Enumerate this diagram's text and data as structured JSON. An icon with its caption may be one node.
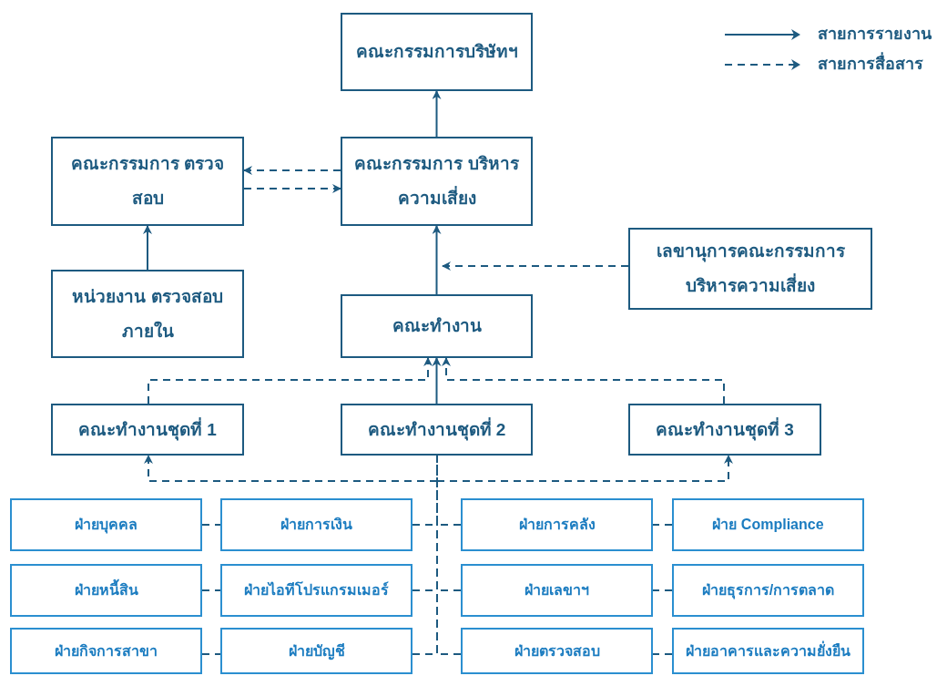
{
  "diagram": {
    "nodes": [
      {
        "text": [
          "คณะกรรมการบริษัทฯ"
        ]
      },
      {
        "text": [
          "คณะกรรมการ ตรวจสอบ"
        ]
      },
      {
        "text": [
          "คณะกรรมการ บริหารความเสี่ยง"
        ]
      },
      {
        "text": [
          "หน่วยงาน ตรวจสอบภายใน"
        ]
      },
      {
        "text": [
          "เลขานุการคณะกรรมการ บริหารความเสี่ยง"
        ]
      },
      {
        "text": [
          "คณะทำงาน"
        ]
      },
      {
        "text": [
          "คณะทำงานชุดที่ 1"
        ]
      },
      {
        "text": [
          "คณะทำงานชุดที่ 2"
        ]
      },
      {
        "text": [
          "คณะทำงานชุดที่ 3"
        ]
      },
      {
        "text": [
          "ฝ่ายบุคคล"
        ]
      },
      {
        "text": [
          "ฝ่ายการเงิน"
        ]
      },
      {
        "text": [
          "ฝ่ายการคลัง"
        ]
      },
      {
        "text": [
          "ฝ่าย Compliance"
        ]
      },
      {
        "text": [
          "ฝ่ายหนี้สิน"
        ]
      },
      {
        "text": [
          "ฝ่ายไอทีโปรแกรมเมอร์"
        ]
      },
      {
        "text": [
          "ฝ่ายเลขาฯ"
        ]
      },
      {
        "text": [
          "ฝ่ายธุรการ/การตลาด"
        ]
      },
      {
        "text": [
          "ฝ่ายกิจการสาขา"
        ]
      },
      {
        "text": [
          "ฝ่ายบัญชี"
        ]
      },
      {
        "text": [
          "ฝ่ายตรวจสอบ"
        ]
      },
      {
        "text": [
          "ฝ่ายอาคารและความยั่งยืน"
        ]
      }
    ],
    "edges": [
      {
        "from": 2,
        "to": 0,
        "arrow": "to"
      },
      {
        "from": 2,
        "to": 1,
        "arrow": "to",
        "style": "dashed"
      },
      {
        "from": 1,
        "to": 2,
        "arrow": "to",
        "style": "dashed"
      },
      {
        "from": 3,
        "to": 1,
        "arrow": "to"
      },
      {
        "from": 5,
        "to": 2,
        "arrow": "to"
      },
      {
        "from": 4,
        "to": null,
        "arrow": "to",
        "style": "dashed"
      },
      {
        "from": 7,
        "to": 5,
        "arrow": "to"
      },
      {
        "from": 6,
        "to": 5,
        "arrow": "to",
        "style": "dashed"
      },
      {
        "from": 8,
        "to": 5,
        "arrow": "to",
        "style": "dashed"
      },
      {
        "from": 7,
        "to": 6,
        "arrow": "to",
        "style": "dashed"
      },
      {
        "from": 7,
        "to": 8,
        "arrow": "to",
        "style": "dashed"
      },
      {
        "from": 9,
        "to": 10,
        "arrow": "none",
        "style": "dashed"
      },
      {
        "from": 10,
        "to": 7,
        "arrow": "none",
        "style": "dashed"
      },
      {
        "from": 11,
        "to": 7,
        "arrow": "none",
        "style": "dashed"
      },
      {
        "from": 12,
        "to": 11,
        "arrow": "none",
        "style": "dashed"
      },
      {
        "from": 13,
        "to": 14,
        "arrow": "none",
        "style": "dashed"
      },
      {
        "from": 14,
        "to": 7,
        "arrow": "none",
        "style": "dashed"
      },
      {
        "from": 15,
        "to": 7,
        "arrow": "none",
        "style": "dashed"
      },
      {
        "from": 16,
        "to": 15,
        "arrow": "none",
        "style": "dashed"
      },
      {
        "from": 17,
        "to": 18,
        "arrow": "none",
        "style": "dashed"
      },
      {
        "from": 18,
        "to": 7,
        "arrow": "none",
        "style": "dashed"
      },
      {
        "from": 19,
        "to": 7,
        "arrow": "none",
        "style": "dashed"
      },
      {
        "from": 20,
        "to": 19,
        "arrow": "none",
        "style": "dashed"
      }
    ],
    "legend": [
      {
        "text": "สายการรายงาน"
      },
      {
        "text": "สายการสื่อสาร"
      }
    ]
  }
}
